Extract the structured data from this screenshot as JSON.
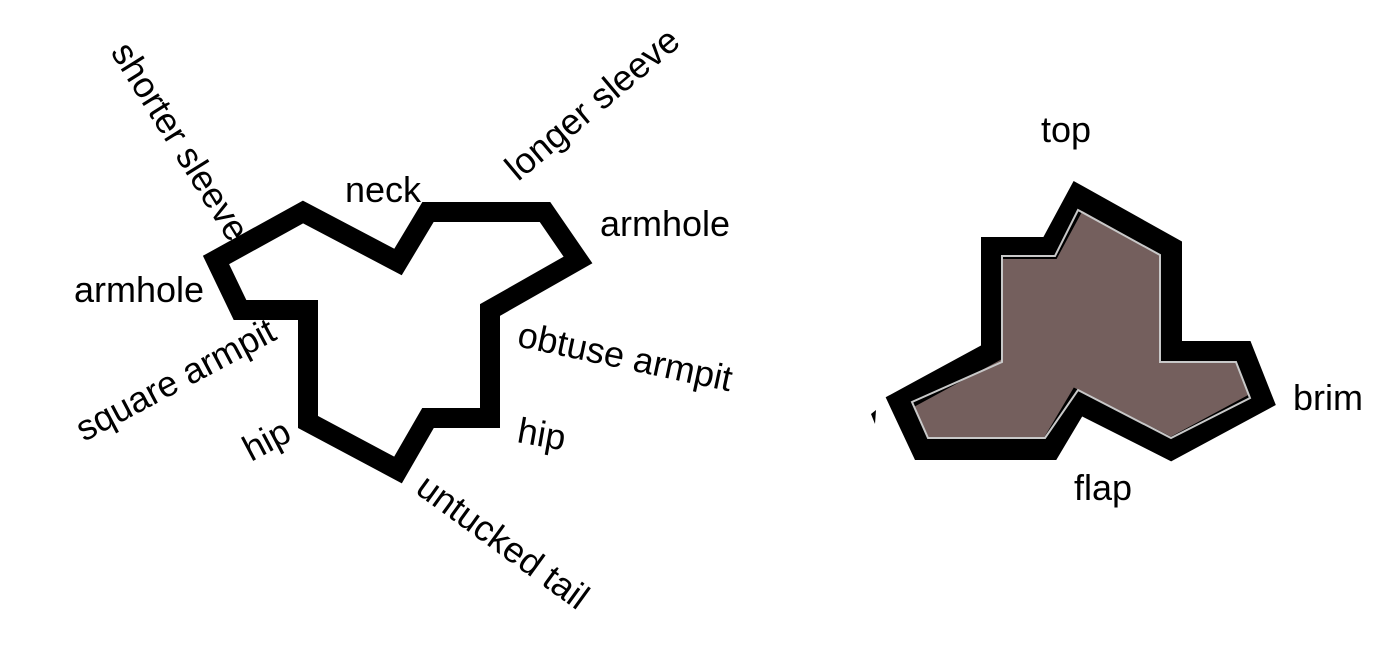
{
  "shirt": {
    "labels": {
      "shorter_sleeve": "shorter sleeve",
      "neck": "neck",
      "longer_sleeve": "longer sleeve",
      "armhole_left": "armhole",
      "armhole_right": "armhole",
      "square_armpit": "square armpit",
      "obtuse_armpit": "obtuse armpit",
      "hip_left": "hip",
      "hip_right": "hip",
      "untucked_tail": "untucked tail"
    },
    "fill": "#ffffff",
    "outline": "#000000"
  },
  "hat": {
    "labels": {
      "top": "top",
      "brim": "brim",
      "flap": "flap"
    },
    "fill": "#745f5d",
    "outline": "#000000",
    "inner_line": "#c8c8c8"
  }
}
